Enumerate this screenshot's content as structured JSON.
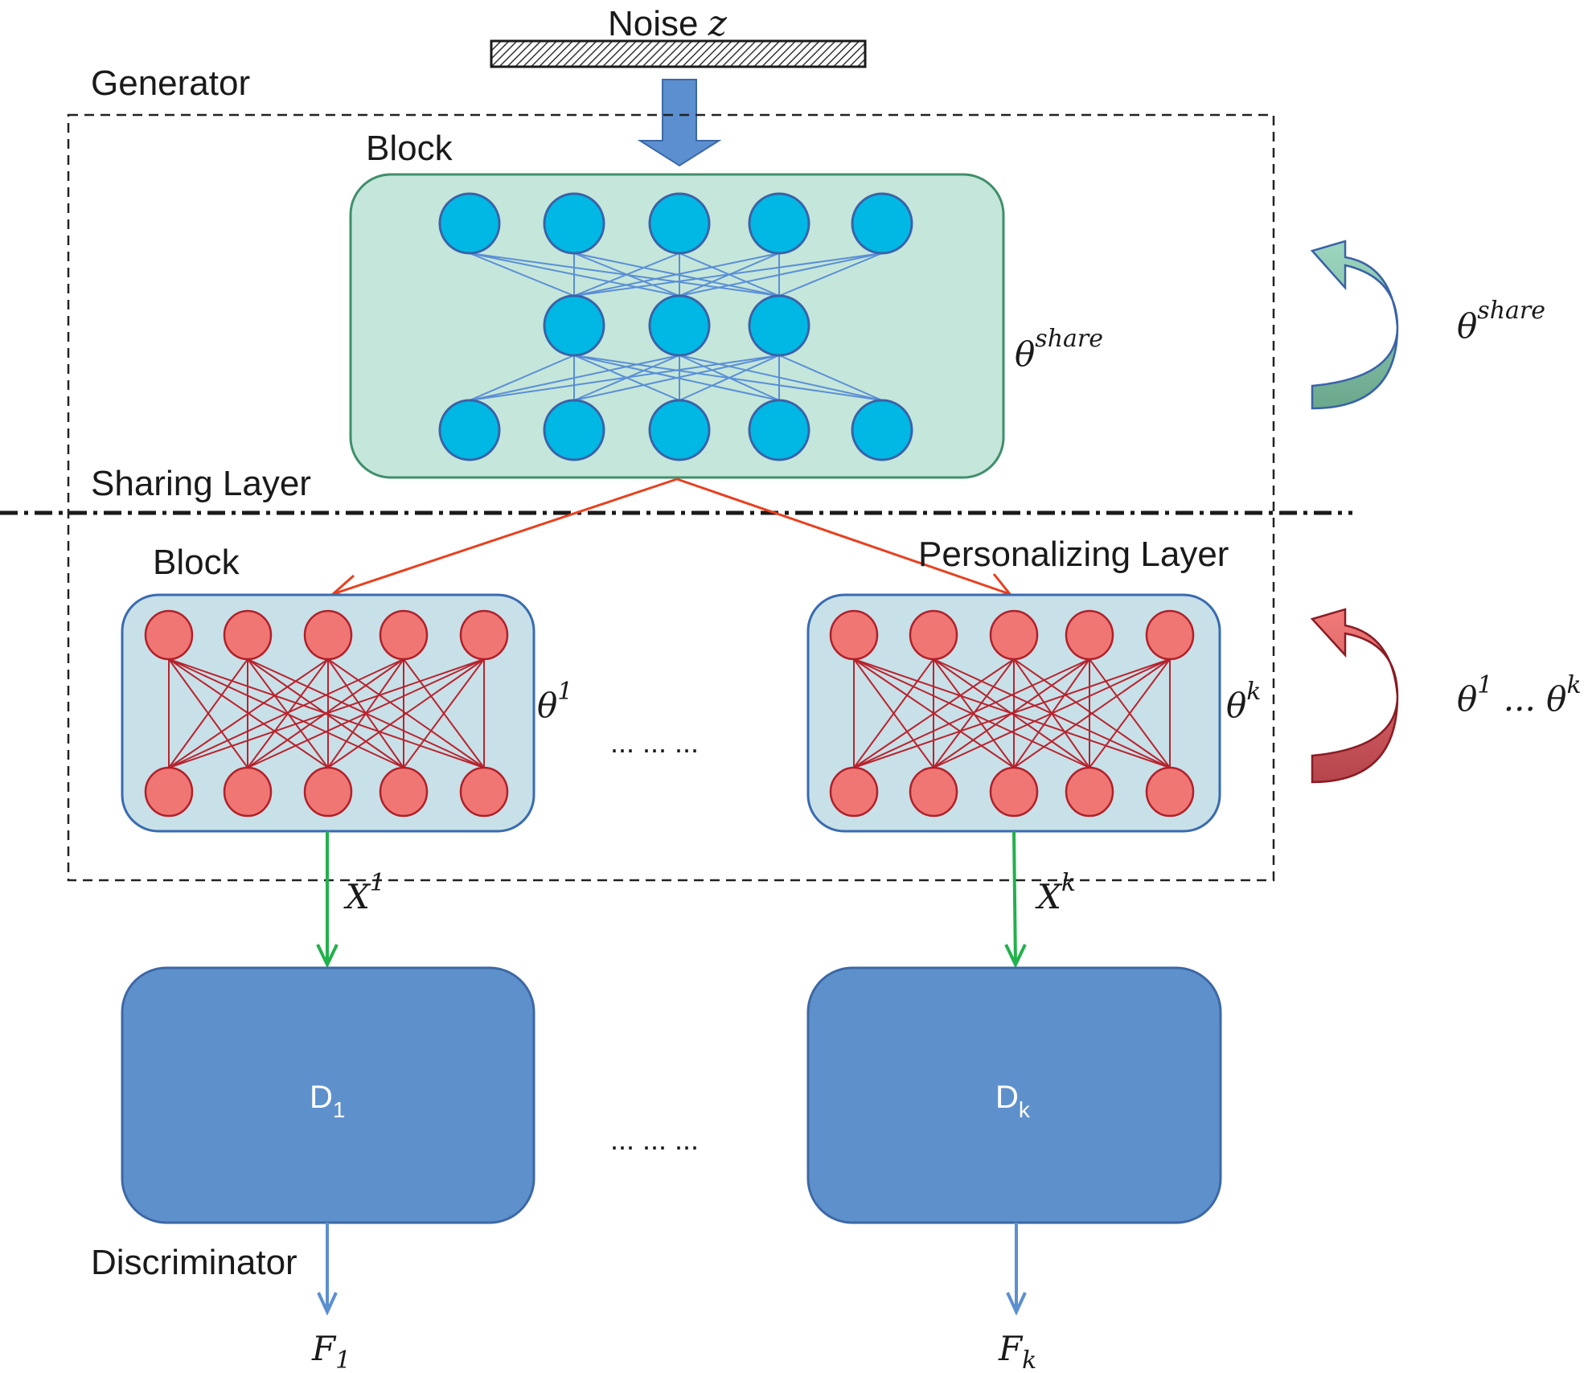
{
  "noise": {
    "label": "Noise",
    "var": "z"
  },
  "labels": {
    "generator": "Generator",
    "sharing_layer": "Sharing Layer",
    "personalizing_layer": "Personalizing Layer",
    "block_top": "Block",
    "block_left": "Block",
    "discriminator": "Discriminator",
    "ellipsis_mid": "... ... ...",
    "ellipsis_bottom": "... ... ..."
  },
  "params": {
    "shared": {
      "base": "θ",
      "sup": "share"
    },
    "shared_side": {
      "base": "θ",
      "sup": "share"
    },
    "block1": {
      "base": "θ",
      "sup": "1"
    },
    "blockk": {
      "base": "θ",
      "sup": "k"
    },
    "personal_side": {
      "a": "θ",
      "a_sup": "1",
      "mid": " ... ",
      "b": "θ",
      "b_sup": "k"
    }
  },
  "outputs": {
    "x1": {
      "base": "X",
      "sup": "1"
    },
    "xk": {
      "base": "X",
      "sup": "k"
    },
    "f1": {
      "base": "F",
      "sub": "1"
    },
    "fk": {
      "base": "F",
      "sub": "k"
    }
  },
  "discriminators": [
    {
      "base": "D",
      "sub": "1"
    },
    {
      "base": "D",
      "sub": "k"
    }
  ],
  "network": {
    "shared_layers": [
      5,
      3,
      5
    ],
    "personal_layers": [
      5,
      5
    ]
  },
  "colors": {
    "shared_fill": "#c5e6da",
    "shared_stroke": "#3f8f6b",
    "shared_node": "#00b8e3",
    "shared_node_stroke": "#3a62a8",
    "shared_edge": "#5a8fd6",
    "personal_fill": "#c8e0e8",
    "personal_stroke": "#3a6bb0",
    "personal_node": "#f07674",
    "personal_node_stroke": "#b02029",
    "personal_edge": "#b8232d",
    "disc_fill": "#5e91cc",
    "disc_stroke": "#3d68a6",
    "red_arrow": "#e8401f",
    "green_arrow": "#22b14c",
    "blue_arrow": "#5b8fd0"
  }
}
